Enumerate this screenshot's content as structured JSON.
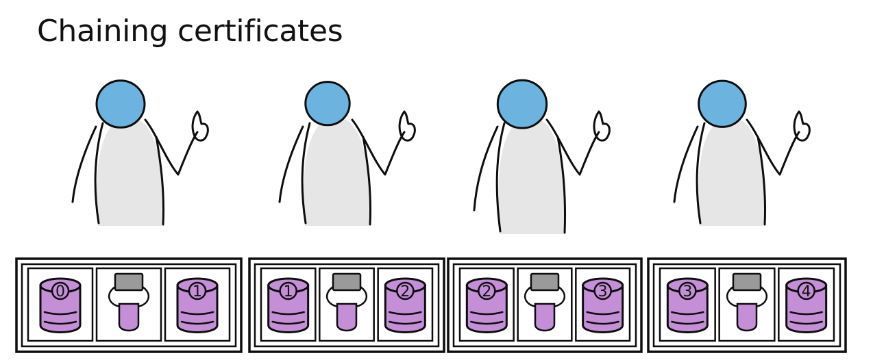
{
  "title": "Chaining certificates",
  "colors": {
    "head": "#6cb3e0",
    "body": "#e6e6e6",
    "cylinder": "#c58fd8",
    "laptop": "#9a9a9a",
    "ink": "#0d0d0d"
  },
  "people": [
    {
      "name": "person-1"
    },
    {
      "name": "person-2"
    },
    {
      "name": "person-3"
    },
    {
      "name": "person-4"
    }
  ],
  "certificates": [
    {
      "left_key": "0",
      "right_key": "1"
    },
    {
      "left_key": "1",
      "right_key": "2"
    },
    {
      "left_key": "2",
      "right_key": "3"
    },
    {
      "left_key": "3",
      "right_key": "4"
    }
  ]
}
